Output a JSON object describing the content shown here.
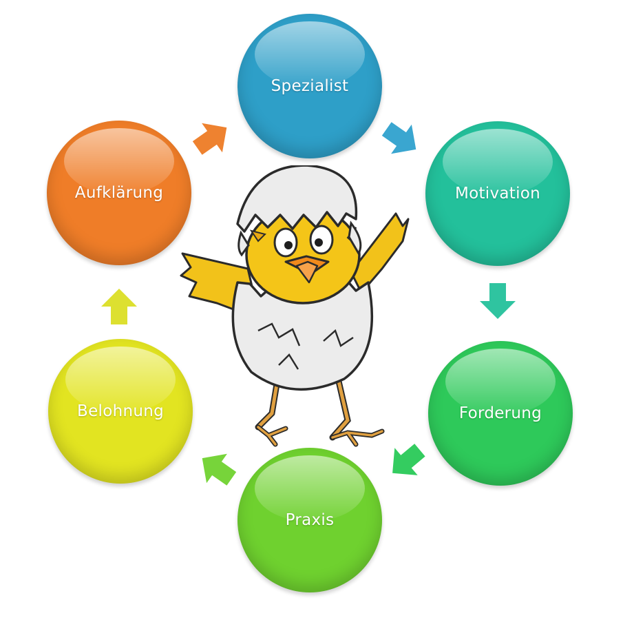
{
  "diagram": {
    "nodes": [
      {
        "id": "spezialist",
        "label": "Spezialist",
        "color": "#2e9fc8"
      },
      {
        "id": "motivation",
        "label": "Motivation",
        "color": "#23c09b"
      },
      {
        "id": "forderung",
        "label": "Forderung",
        "color": "#2ec95a"
      },
      {
        "id": "praxis",
        "label": "Praxis",
        "color": "#6fd12f"
      },
      {
        "id": "belohnung",
        "label": "Belohnung",
        "color": "#e2e421"
      },
      {
        "id": "aufklaerung",
        "label": "Aufklärung",
        "color": "#ef7d28"
      }
    ],
    "arrow_colors": [
      "#3aa6d0",
      "#2fc4a0",
      "#34cc60",
      "#77d43a",
      "#dde030",
      "#ee8230"
    ],
    "center_image": "hatching-chick-icon"
  }
}
